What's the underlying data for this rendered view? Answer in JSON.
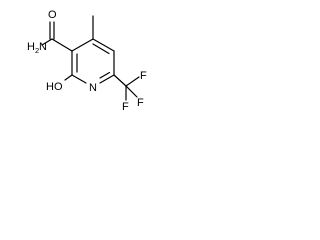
{
  "molecule": {
    "labels": {
      "amide_h": "H",
      "amide_sub": "2",
      "amide_n": "N",
      "carbonyl_o": "O",
      "hydroxyl_ho": "HO",
      "ring_n": "N",
      "f_top": "F",
      "f_left": "F",
      "f_right": "F"
    },
    "colors": {
      "bond": "#000000",
      "text": "#000000",
      "background": "#ffffff"
    }
  }
}
